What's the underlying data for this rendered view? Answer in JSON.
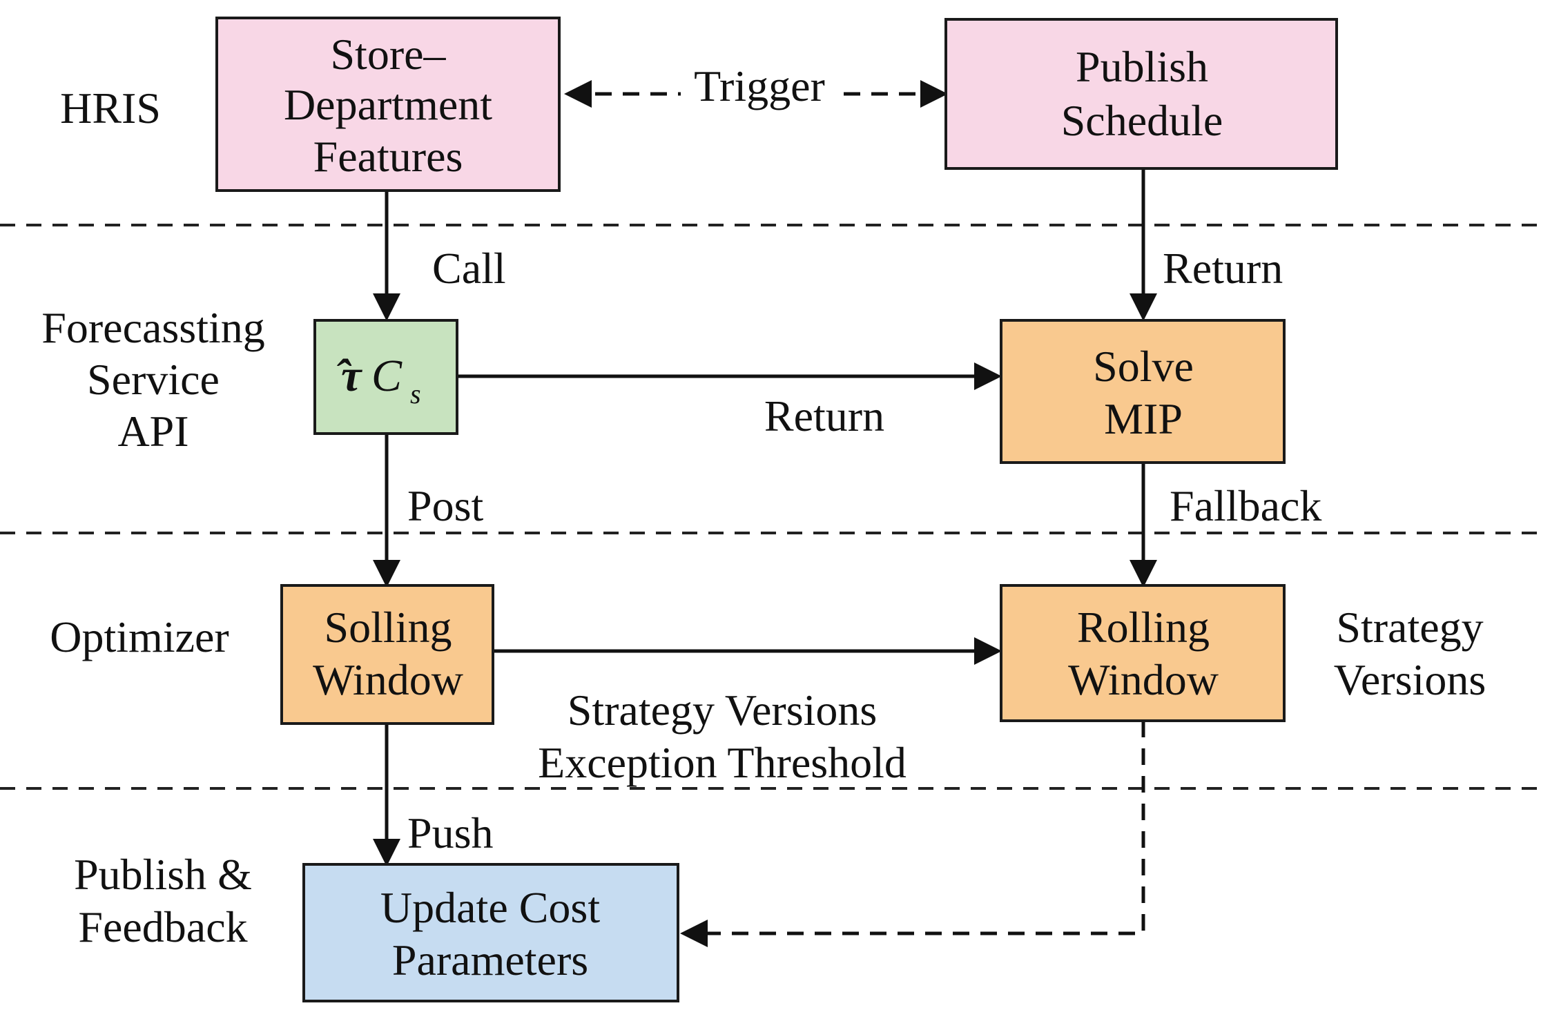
{
  "lanes": {
    "hris": "HRIS",
    "forecasting": [
      "Forecassting",
      "Service",
      "API"
    ],
    "optimizer": "Optimizer",
    "publish": [
      "Publish &",
      "Feedback"
    ]
  },
  "nodes": {
    "store_features": {
      "lines": [
        "Store–",
        "Department",
        "Features"
      ],
      "fill": "#f8d7e6"
    },
    "publish_schedule": {
      "lines": [
        "Publish",
        "Schedule"
      ],
      "fill": "#f8d7e6"
    },
    "forecast_box": {
      "symbol_hat": "̂τ",
      "symbol_main": "C",
      "symbol_sub": "s",
      "fill": "#c8e3bf"
    },
    "solve_mip": {
      "lines": [
        "Solve",
        "MIP"
      ],
      "fill": "#f9c98f"
    },
    "solling_window": {
      "lines": [
        "Solling",
        "Window"
      ],
      "fill": "#f9c98f"
    },
    "rolling_window": {
      "lines": [
        "Rolling",
        "Window"
      ],
      "fill": "#f9c98f"
    },
    "update_cost": {
      "lines": [
        "Update Cost",
        "Parameters"
      ],
      "fill": "#c6dcf1"
    }
  },
  "edges": {
    "trigger": "Trigger",
    "call": "Call",
    "return_top": "Return",
    "return_mid": "Return",
    "post": "Post",
    "fallback": "Fallback",
    "push": "Push",
    "strategy_versions_mid": [
      "Strategy Versions",
      "Exception Threshold"
    ],
    "strategy_versions_right": [
      "Strategy",
      "Versions"
    ]
  }
}
